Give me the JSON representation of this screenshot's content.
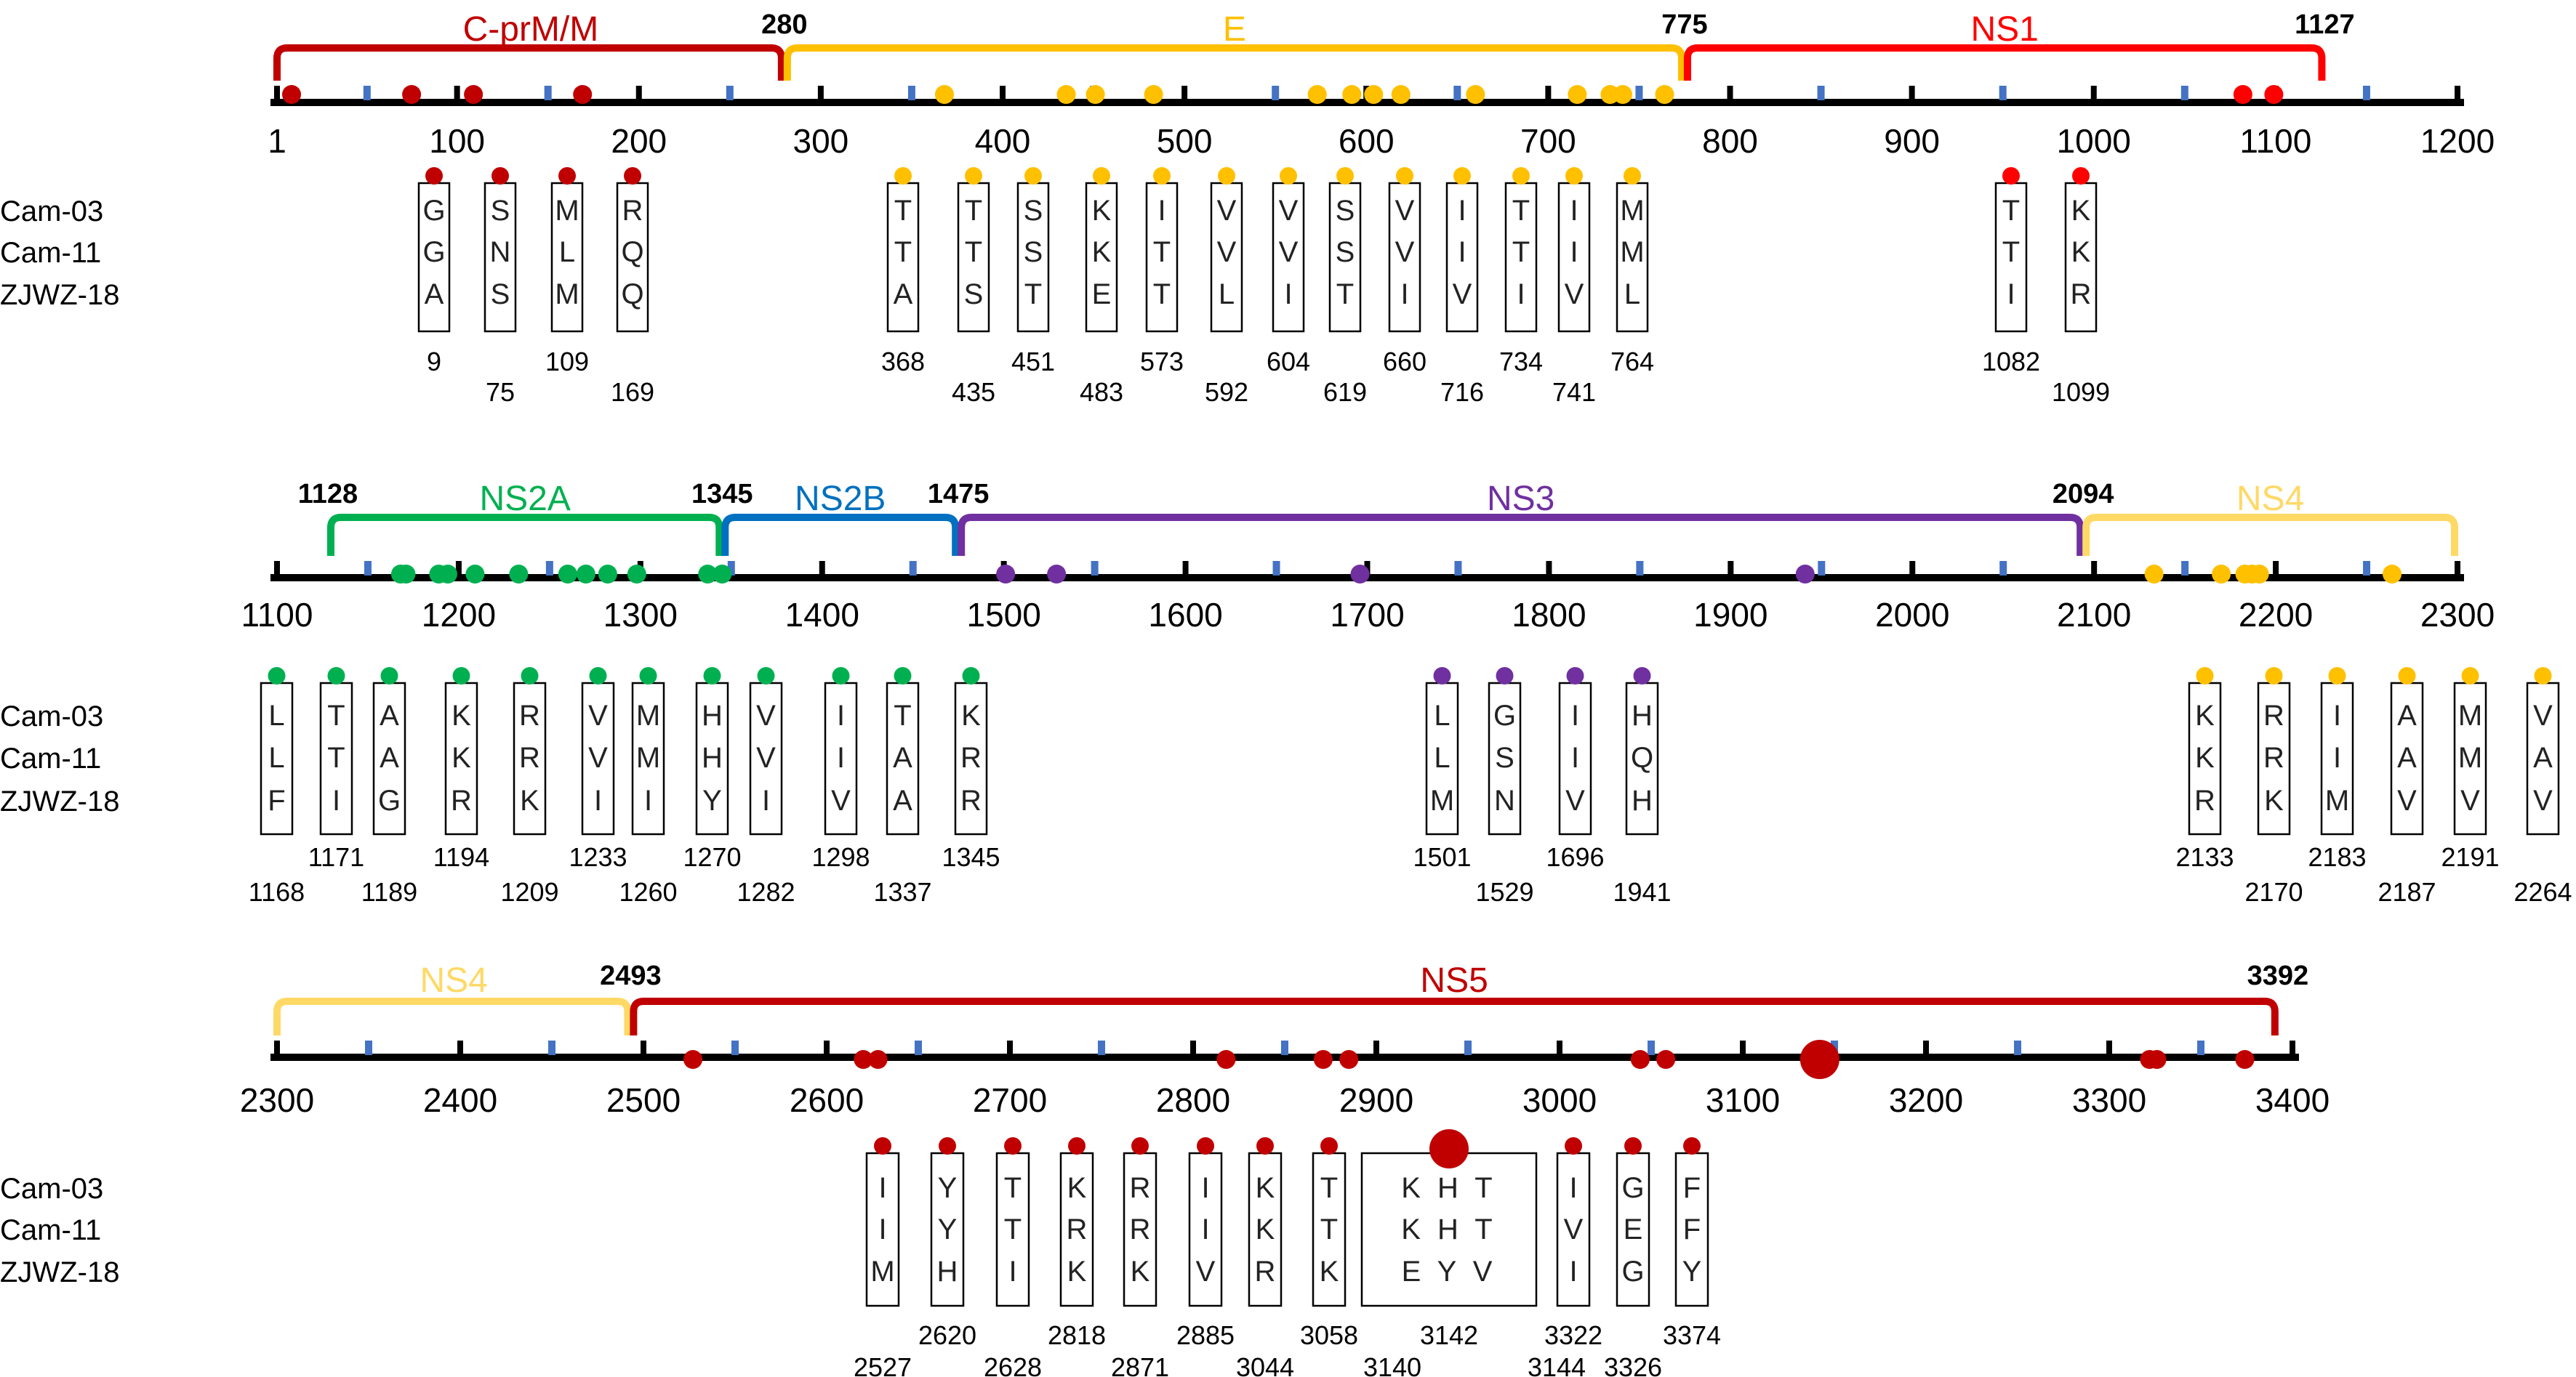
{
  "strain_labels": [
    "Cam-03",
    "Cam-11",
    "ZJWZ-18"
  ],
  "colors": {
    "red": "#c00000",
    "bright_red": "#ff0000",
    "yellow": "#ffc000",
    "light_yellow": "#ffd966",
    "green": "#00b050",
    "blue": "#0070c0",
    "purple": "#7030a0",
    "tick_blue": "#4472c4",
    "axis": "#000000"
  },
  "rows": [
    {
      "axis": {
        "start": 1,
        "end": 1200,
        "ticks": [
          1,
          100,
          200,
          300,
          400,
          500,
          600,
          700,
          800,
          900,
          1000,
          1100,
          1200
        ]
      },
      "regions": [
        {
          "name": "C-prM/M",
          "color": "red",
          "start": 1,
          "end": 280,
          "boundary_labels": [
            "",
            "280"
          ]
        },
        {
          "name": "E",
          "color": "yellow",
          "start": 280,
          "end": 775,
          "boundary_labels": [
            "",
            "775"
          ]
        },
        {
          "name": "NS1",
          "color": "bright_red",
          "start": 775,
          "end": 1127,
          "boundary_labels": [
            "",
            "1127"
          ]
        }
      ],
      "dots": [
        {
          "pos": 9,
          "color": "red"
        },
        {
          "pos": 75,
          "color": "red"
        },
        {
          "pos": 109,
          "color": "red"
        },
        {
          "pos": 169,
          "color": "red"
        },
        {
          "pos": 368,
          "color": "yellow"
        },
        {
          "pos": 435,
          "color": "yellow"
        },
        {
          "pos": 451,
          "color": "yellow"
        },
        {
          "pos": 483,
          "color": "yellow"
        },
        {
          "pos": 573,
          "color": "yellow"
        },
        {
          "pos": 592,
          "color": "yellow"
        },
        {
          "pos": 604,
          "color": "yellow"
        },
        {
          "pos": 619,
          "color": "yellow"
        },
        {
          "pos": 660,
          "color": "yellow"
        },
        {
          "pos": 716,
          "color": "yellow"
        },
        {
          "pos": 734,
          "color": "yellow"
        },
        {
          "pos": 741,
          "color": "yellow"
        },
        {
          "pos": 764,
          "color": "yellow"
        },
        {
          "pos": 1082,
          "color": "bright_red"
        },
        {
          "pos": 1099,
          "color": "bright_red"
        }
      ],
      "sites": [
        {
          "pos": "9",
          "aa": [
            "G",
            "G",
            "A"
          ],
          "color": "red"
        },
        {
          "pos": "75",
          "aa": [
            "S",
            "N",
            "S"
          ],
          "color": "red"
        },
        {
          "pos": "109",
          "aa": [
            "M",
            "L",
            "M"
          ],
          "color": "red"
        },
        {
          "pos": "169",
          "aa": [
            "R",
            "Q",
            "Q"
          ],
          "color": "red"
        },
        {
          "pos": "368",
          "aa": [
            "T",
            "T",
            "A"
          ],
          "color": "yellow"
        },
        {
          "pos": "435",
          "aa": [
            "T",
            "T",
            "S"
          ],
          "color": "yellow"
        },
        {
          "pos": "451",
          "aa": [
            "S",
            "S",
            "T"
          ],
          "color": "yellow"
        },
        {
          "pos": "483",
          "aa": [
            "K",
            "K",
            "E"
          ],
          "color": "yellow"
        },
        {
          "pos": "573",
          "aa": [
            "I",
            "T",
            "T"
          ],
          "color": "yellow"
        },
        {
          "pos": "592",
          "aa": [
            "V",
            "V",
            "L"
          ],
          "color": "yellow"
        },
        {
          "pos": "604",
          "aa": [
            "V",
            "V",
            "I"
          ],
          "color": "yellow"
        },
        {
          "pos": "619",
          "aa": [
            "S",
            "S",
            "T"
          ],
          "color": "yellow"
        },
        {
          "pos": "660",
          "aa": [
            "V",
            "V",
            "I"
          ],
          "color": "yellow"
        },
        {
          "pos": "716",
          "aa": [
            "I",
            "I",
            "V"
          ],
          "color": "yellow"
        },
        {
          "pos": "734",
          "aa": [
            "T",
            "T",
            "I"
          ],
          "color": "yellow"
        },
        {
          "pos": "741",
          "aa": [
            "I",
            "I",
            "V"
          ],
          "color": "yellow"
        },
        {
          "pos": "764",
          "aa": [
            "M",
            "M",
            "L"
          ],
          "color": "yellow"
        },
        {
          "pos": "1082",
          "aa": [
            "T",
            "T",
            "I"
          ],
          "color": "bright_red"
        },
        {
          "pos": "1099",
          "aa": [
            "K",
            "K",
            "R"
          ],
          "color": "bright_red"
        }
      ]
    },
    {
      "axis": {
        "start": 1100,
        "end": 2300,
        "ticks": [
          1100,
          1200,
          1300,
          1400,
          1500,
          1600,
          1700,
          1800,
          1900,
          2000,
          2100,
          2200,
          2300
        ]
      },
      "regions": [
        {
          "name": "NS2A",
          "color": "green",
          "start": 1128,
          "end": 1345,
          "boundary_labels": [
            "1128",
            "1345"
          ]
        },
        {
          "name": "NS2B",
          "color": "blue",
          "start": 1345,
          "end": 1475,
          "boundary_labels": [
            "",
            "1475"
          ]
        },
        {
          "name": "NS3",
          "color": "purple",
          "start": 1475,
          "end": 2094,
          "boundary_labels": [
            "",
            "2094"
          ]
        },
        {
          "name": "NS4",
          "color": "light_yellow",
          "start": 2094,
          "end": 2300,
          "boundary_labels": [
            "",
            ""
          ]
        }
      ],
      "dots": [
        {
          "pos": 1168,
          "color": "green"
        },
        {
          "pos": 1171,
          "color": "green"
        },
        {
          "pos": 1189,
          "color": "green"
        },
        {
          "pos": 1194,
          "color": "green"
        },
        {
          "pos": 1209,
          "color": "green"
        },
        {
          "pos": 1233,
          "color": "green"
        },
        {
          "pos": 1260,
          "color": "green"
        },
        {
          "pos": 1270,
          "color": "green"
        },
        {
          "pos": 1282,
          "color": "green"
        },
        {
          "pos": 1298,
          "color": "green"
        },
        {
          "pos": 1337,
          "color": "green"
        },
        {
          "pos": 1345,
          "color": "green"
        },
        {
          "pos": 1501,
          "color": "purple"
        },
        {
          "pos": 1529,
          "color": "purple"
        },
        {
          "pos": 1696,
          "color": "purple"
        },
        {
          "pos": 1941,
          "color": "purple"
        },
        {
          "pos": 2133,
          "color": "yellow"
        },
        {
          "pos": 2170,
          "color": "yellow"
        },
        {
          "pos": 2183,
          "color": "yellow"
        },
        {
          "pos": 2187,
          "color": "yellow"
        },
        {
          "pos": 2191,
          "color": "yellow"
        },
        {
          "pos": 2264,
          "color": "yellow"
        }
      ],
      "sites": [
        {
          "pos": "1168",
          "aa": [
            "L",
            "L",
            "F"
          ],
          "color": "green"
        },
        {
          "pos": "1171",
          "aa": [
            "T",
            "T",
            "I"
          ],
          "color": "green"
        },
        {
          "pos": "1189",
          "aa": [
            "A",
            "A",
            "G"
          ],
          "color": "green"
        },
        {
          "pos": "1194",
          "aa": [
            "K",
            "K",
            "R"
          ],
          "color": "green"
        },
        {
          "pos": "1209",
          "aa": [
            "R",
            "R",
            "K"
          ],
          "color": "green"
        },
        {
          "pos": "1233",
          "aa": [
            "V",
            "V",
            "I"
          ],
          "color": "green"
        },
        {
          "pos": "1260",
          "aa": [
            "M",
            "M",
            "I"
          ],
          "color": "green"
        },
        {
          "pos": "1270",
          "aa": [
            "H",
            "H",
            "Y"
          ],
          "color": "green"
        },
        {
          "pos": "1282",
          "aa": [
            "V",
            "V",
            "I"
          ],
          "color": "green"
        },
        {
          "pos": "1298",
          "aa": [
            "I",
            "I",
            "V"
          ],
          "color": "green"
        },
        {
          "pos": "1337",
          "aa": [
            "T",
            "A",
            "A"
          ],
          "color": "green"
        },
        {
          "pos": "1345",
          "aa": [
            "K",
            "R",
            "R"
          ],
          "color": "green"
        },
        {
          "pos": "1501",
          "aa": [
            "L",
            "L",
            "M"
          ],
          "color": "purple"
        },
        {
          "pos": "1529",
          "aa": [
            "G",
            "S",
            "N"
          ],
          "color": "purple"
        },
        {
          "pos": "1696",
          "aa": [
            "I",
            "I",
            "V"
          ],
          "color": "purple"
        },
        {
          "pos": "1941",
          "aa": [
            "H",
            "Q",
            "H"
          ],
          "color": "purple"
        },
        {
          "pos": "2133",
          "aa": [
            "K",
            "K",
            "R"
          ],
          "color": "yellow"
        },
        {
          "pos": "2170",
          "aa": [
            "R",
            "R",
            "K"
          ],
          "color": "yellow"
        },
        {
          "pos": "2183",
          "aa": [
            "I",
            "I",
            "M"
          ],
          "color": "yellow"
        },
        {
          "pos": "2187",
          "aa": [
            "A",
            "A",
            "V"
          ],
          "color": "yellow"
        },
        {
          "pos": "2191",
          "aa": [
            "M",
            "M",
            "V"
          ],
          "color": "yellow"
        },
        {
          "pos": "2264",
          "aa": [
            "V",
            "A",
            "V"
          ],
          "color": "yellow"
        }
      ]
    },
    {
      "axis": {
        "start": 2300,
        "end": 3400,
        "ticks": [
          2300,
          2400,
          2500,
          2600,
          2700,
          2800,
          2900,
          3000,
          3100,
          3200,
          3300,
          3400
        ]
      },
      "regions": [
        {
          "name": "NS4",
          "color": "light_yellow",
          "start": 2300,
          "end": 2493,
          "boundary_labels": [
            "",
            "2493"
          ]
        },
        {
          "name": "NS5",
          "color": "red",
          "start": 2493,
          "end": 3392,
          "boundary_labels": [
            "",
            "3392"
          ]
        }
      ],
      "dots": [
        {
          "pos": 2527,
          "color": "red"
        },
        {
          "pos": 2620,
          "color": "red"
        },
        {
          "pos": 2628,
          "color": "red"
        },
        {
          "pos": 2818,
          "color": "red"
        },
        {
          "pos": 2871,
          "color": "red"
        },
        {
          "pos": 2885,
          "color": "red"
        },
        {
          "pos": 3044,
          "color": "red"
        },
        {
          "pos": 3058,
          "color": "red"
        },
        {
          "pos": 3142,
          "color": "red",
          "large": true
        },
        {
          "pos": 3322,
          "color": "red"
        },
        {
          "pos": 3326,
          "color": "red"
        },
        {
          "pos": 3374,
          "color": "red"
        }
      ],
      "sites": [
        {
          "pos": "2527",
          "aa": [
            "I",
            "I",
            "M"
          ],
          "color": "red"
        },
        {
          "pos": "2620",
          "aa": [
            "Y",
            "Y",
            "H"
          ],
          "color": "red"
        },
        {
          "pos": "2628",
          "aa": [
            "T",
            "T",
            "I"
          ],
          "color": "red"
        },
        {
          "pos": "2818",
          "aa": [
            "K",
            "R",
            "K"
          ],
          "color": "red"
        },
        {
          "pos": "2871",
          "aa": [
            "R",
            "R",
            "K"
          ],
          "color": "red"
        },
        {
          "pos": "2885",
          "aa": [
            "I",
            "I",
            "V"
          ],
          "color": "red"
        },
        {
          "pos": "3044",
          "aa": [
            "K",
            "K",
            "R"
          ],
          "color": "red"
        },
        {
          "pos": "3058",
          "aa": [
            "T",
            "T",
            "K"
          ],
          "color": "red"
        },
        {
          "pos": "",
          "aa": [
            "K H T",
            "K H T",
            "E Y V"
          ],
          "color": "red",
          "group": [
            "3140",
            "3142",
            "3144"
          ]
        },
        {
          "pos": "3322",
          "aa": [
            "I",
            "V",
            "I"
          ],
          "color": "red"
        },
        {
          "pos": "3326",
          "aa": [
            "G",
            "E",
            "G"
          ],
          "color": "red"
        },
        {
          "pos": "3374",
          "aa": [
            "F",
            "F",
            "Y"
          ],
          "color": "red"
        }
      ]
    }
  ]
}
